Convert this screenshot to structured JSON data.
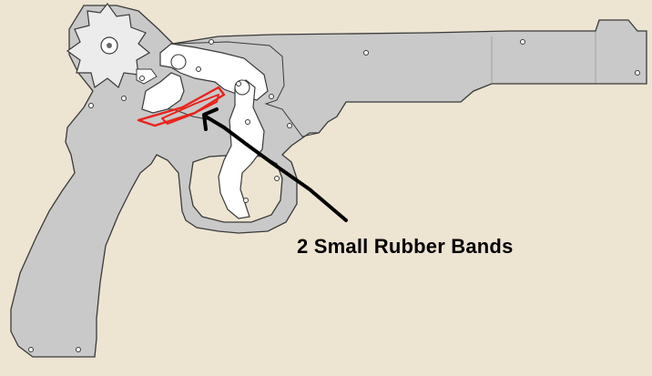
{
  "annotation": {
    "label": "2 Small Rubber Bands"
  },
  "colors": {
    "background": "#ede4d2",
    "frame_fill": "#c9c9c9",
    "frame_stroke": "#3a3a3a",
    "part_fill": "#ffffff",
    "rubber_band": "#e8231c",
    "arrow": "#000000"
  },
  "parts": [
    "gun-frame",
    "hammer-gear",
    "sear-plate",
    "trigger",
    "rubber-bands",
    "callout-arrow"
  ]
}
